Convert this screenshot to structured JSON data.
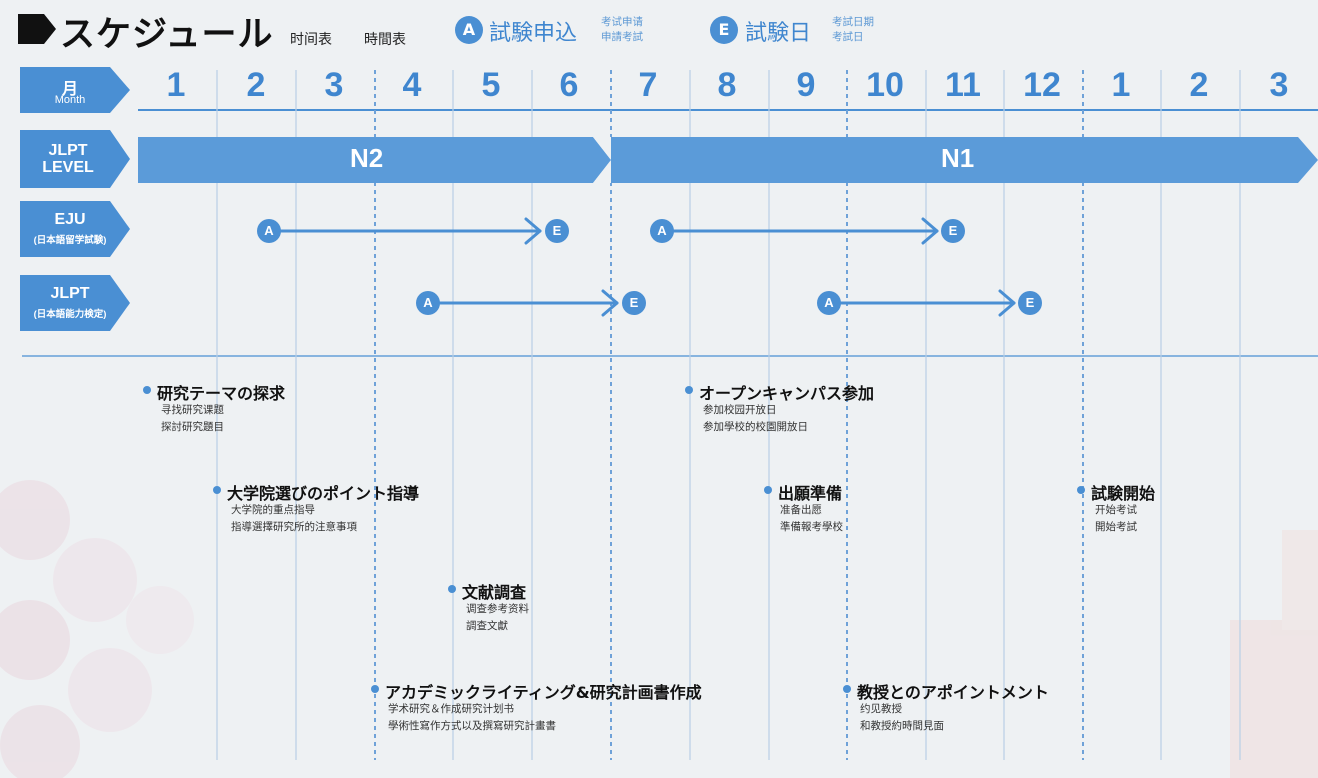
{
  "header": {
    "title": "スケジュール",
    "subtitle_cn_simplified": "时间表",
    "subtitle_cn_traditional": "時間表",
    "legend": [
      {
        "badge": "A",
        "label": "試験申込",
        "sub1": "考试申请",
        "sub2": "申請考試"
      },
      {
        "badge": "E",
        "label": "試験日",
        "sub1": "考試日期",
        "sub2": "考試日"
      }
    ]
  },
  "rows": {
    "month": {
      "line1": "月",
      "line2": "Month"
    },
    "level": {
      "line1": "JLPT",
      "line2": "LEVEL"
    },
    "eju": {
      "line1": "EJU",
      "line2": "(日本語留学試験)"
    },
    "jlpt": {
      "line1": "JLPT",
      "line2": "(日本語能力検定)"
    }
  },
  "months": [
    "1",
    "2",
    "3",
    "4",
    "5",
    "6",
    "7",
    "8",
    "9",
    "10",
    "11",
    "12",
    "1",
    "2",
    "3"
  ],
  "levels": {
    "first": "N2",
    "second": "N1"
  },
  "markers": {
    "apply": "A",
    "exam": "E"
  },
  "events": [
    {
      "title": "研究テーマの探求",
      "sub1": "寻找研究课题",
      "sub2": "探討研究題目"
    },
    {
      "title": "オープンキャンパス参加",
      "sub1": "参加校园开放日",
      "sub2": "参加學校的校園開放日"
    },
    {
      "title": "大学院選びのポイント指導",
      "sub1": "大学院的重点指导",
      "sub2": "指導選擇研究所的注意事項"
    },
    {
      "title": "出願準備",
      "sub1": "准备出愿",
      "sub2": "準備報考學校"
    },
    {
      "title": "試験開始",
      "sub1": "开始考试",
      "sub2": "開始考試"
    },
    {
      "title": "文献調査",
      "sub1": "调查参考资料",
      "sub2": "調查文獻"
    },
    {
      "title": "アカデミックライティング&研究計画書作成",
      "sub1": "学术研究＆作成研究计划书",
      "sub2": "學術性寫作方式以及撰寫研究計畫書"
    },
    {
      "title": "教授とのアポイントメント",
      "sub1": "约见教授",
      "sub2": "和教授約時間見面"
    }
  ],
  "colors": {
    "accent": "#4a8fd3",
    "bar": "#5b9bd9",
    "label_bg": "#4a8fd3",
    "text": "#111111"
  }
}
